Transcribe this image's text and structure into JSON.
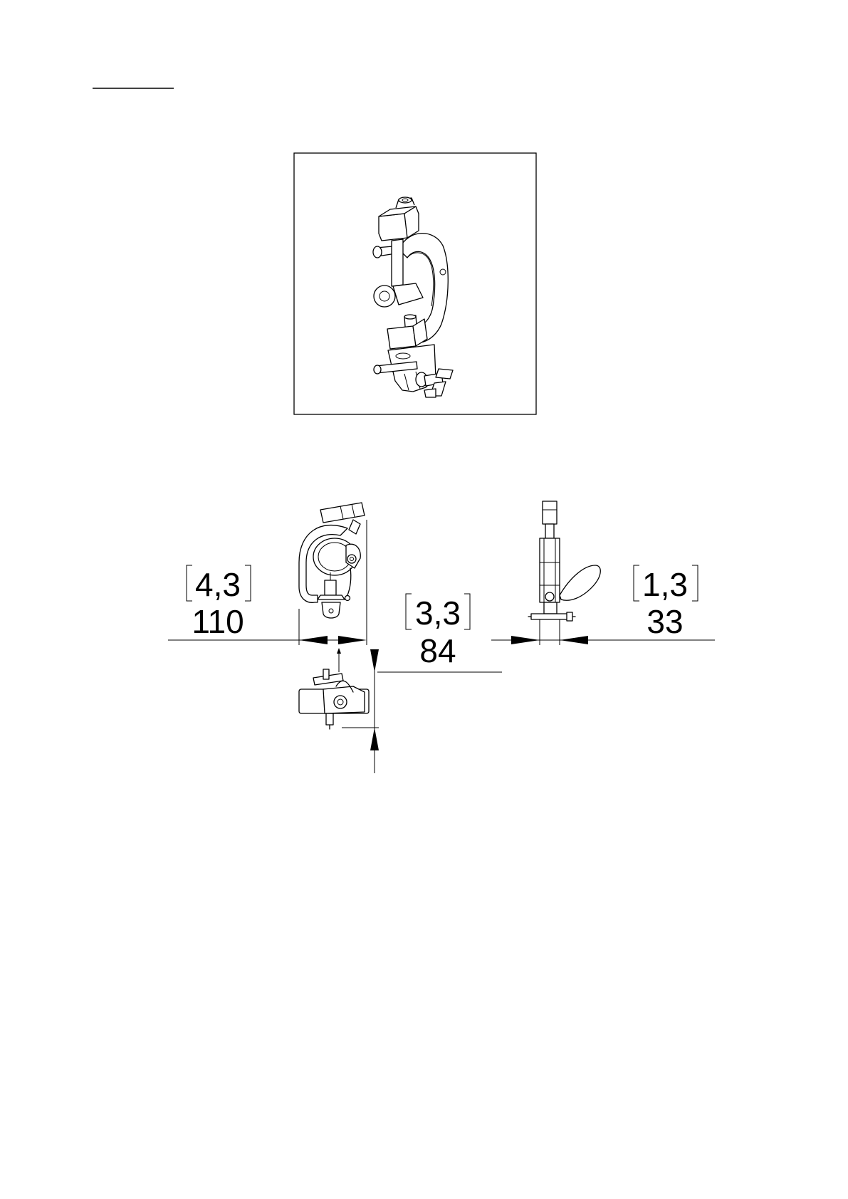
{
  "dimensions": {
    "width": {
      "inch": "4,3",
      "mm": "110"
    },
    "depth": {
      "inch": "3,3",
      "mm": "84"
    },
    "thickness": {
      "inch": "1,3",
      "mm": "33"
    }
  }
}
